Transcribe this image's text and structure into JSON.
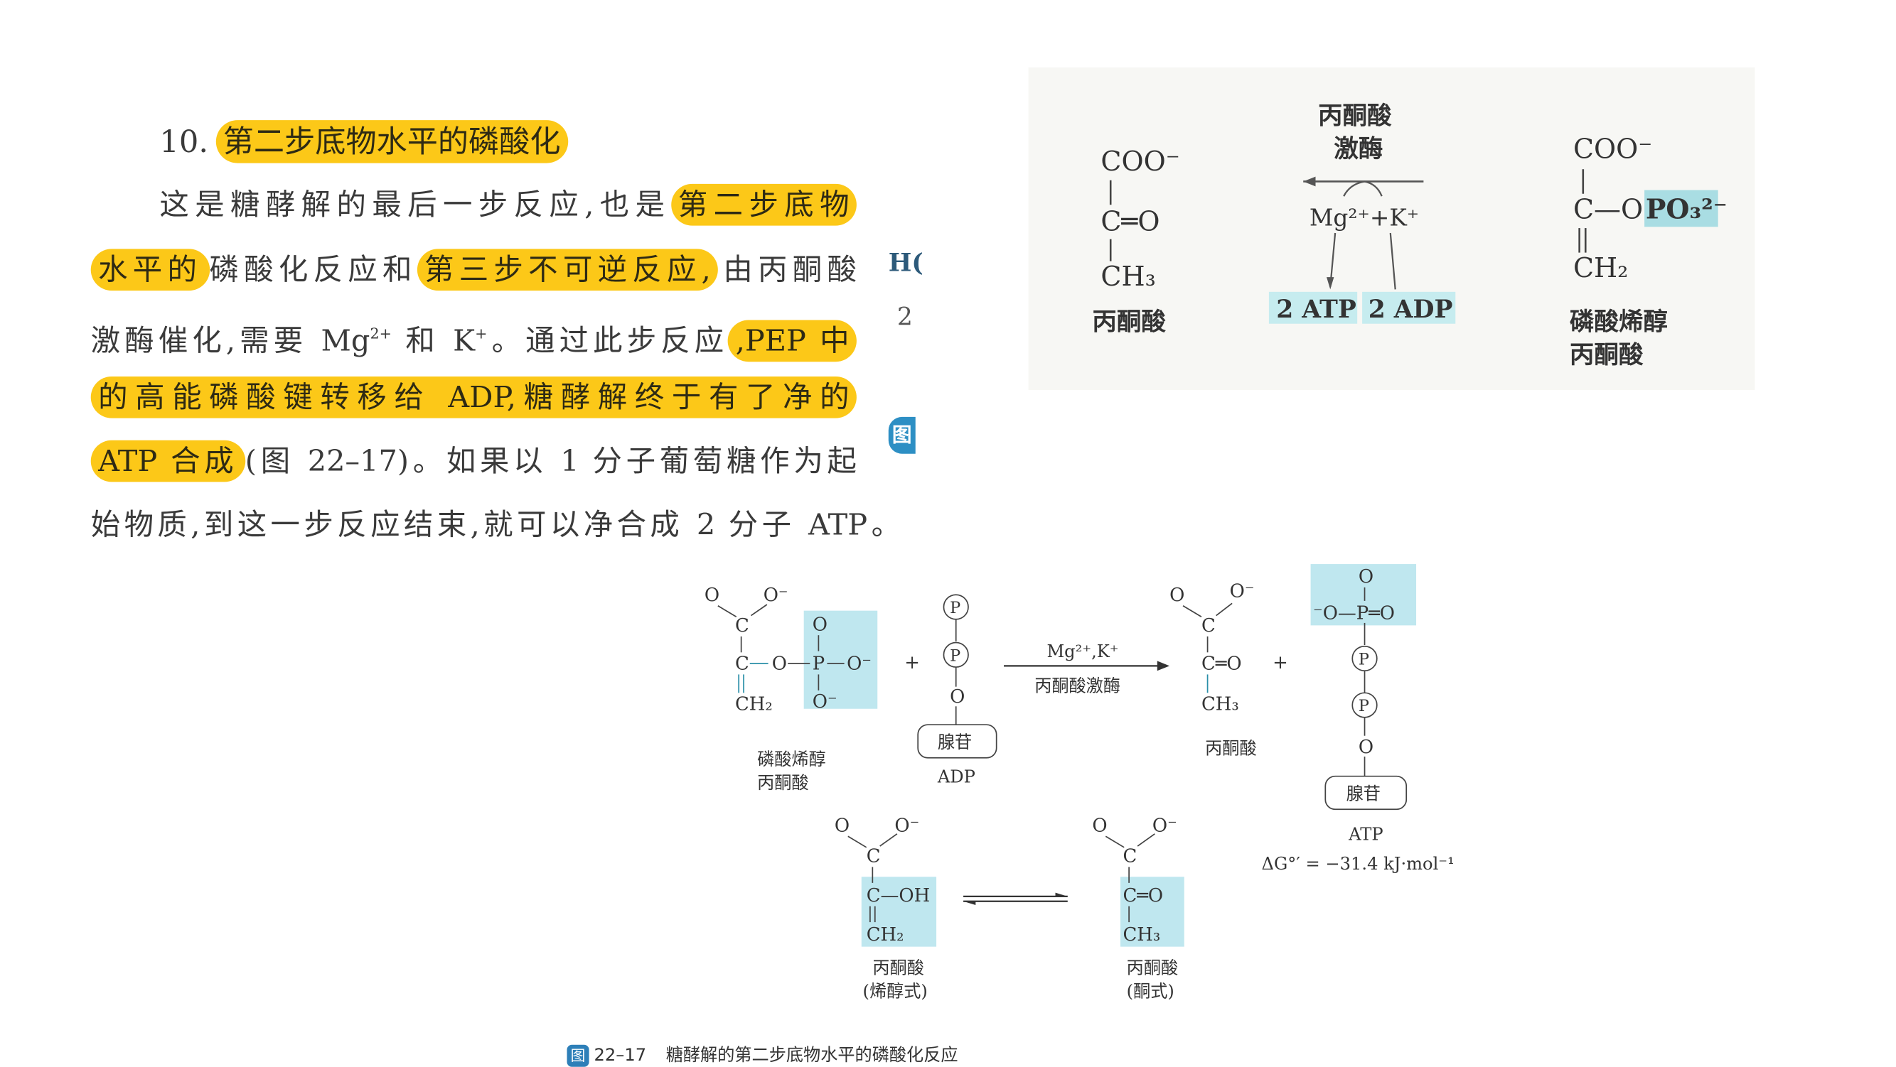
{
  "section": {
    "number": "10.",
    "title": "第二步底物水平的磷酸化"
  },
  "paragraph": [
    [
      {
        "t": "这是糖酵解的最后一步反应,也是"
      },
      {
        "t": "第二步底物",
        "hl": true
      }
    ],
    [
      {
        "t": "水平的",
        "hl": true
      },
      {
        "t": "磷酸化反应和"
      },
      {
        "t": "第三步不可逆反应,",
        "hl": true
      },
      {
        "t": "由丙酮酸"
      }
    ],
    [
      {
        "t": "激酶催化,需要 Mg"
      },
      {
        "t": "2+",
        "sup": true
      },
      {
        "t": " 和 K"
      },
      {
        "t": "+",
        "sup": true
      },
      {
        "t": "。通过此步反应"
      },
      {
        "t": ",PEP 中",
        "hl": true
      }
    ],
    [
      {
        "t": "的高能磷酸键转移给 ADP,糖酵解终于有了净的",
        "hl": true
      }
    ],
    [
      {
        "t": "ATP 合成",
        "hl": true
      },
      {
        "t": "(图 22–17)。如果以 1 分子葡萄糖作为起"
      }
    ],
    [
      {
        "t": "始物质,到这一步反应结束,就可以净合成 2 分子 ATP。"
      }
    ]
  ],
  "edge_fragments": {
    "a": "H(",
    "b": "2",
    "c": "图"
  },
  "top_scheme": {
    "left": {
      "coo": "COO⁻",
      "co": "C═O",
      "ch": "CH₃",
      "name": "丙酮酸"
    },
    "enzyme": {
      "line1": "丙酮酸",
      "line2": "激酶",
      "ions": "Mg²⁺+K⁺",
      "atp": "2 ATP",
      "adp": "2 ADP"
    },
    "right": {
      "coo": "COO⁻",
      "c": "C—O",
      "po": "PO₃²⁻",
      "ch": "CH₂",
      "name1": "磷酸烯醇",
      "name2": "丙酮酸"
    }
  },
  "figure": {
    "pep": {
      "o1": "O",
      "o2": "O⁻",
      "c1": "C",
      "c2": "C",
      "o3": "O",
      "p": "P",
      "o4": "O⁻",
      "o5": "O",
      "o6": "O⁻",
      "ch2": "CH₂",
      "name1": "磷酸烯醇",
      "name2": "丙酮酸"
    },
    "plus": "+",
    "adp": {
      "p": "P",
      "o": "O",
      "base": "腺苷",
      "name": "ADP"
    },
    "arrow": {
      "ions": "Mg²⁺,K⁺",
      "enzyme": "丙酮酸激酶"
    },
    "pyruvate": {
      "o1": "O",
      "o2": "O⁻",
      "c1": "C",
      "co": "C═O",
      "ch3": "CH₃",
      "name": "丙酮酸"
    },
    "atp": {
      "o": "O",
      "opo": "⁻O—P═O",
      "p": "P",
      "o2": "O",
      "base": "腺苷",
      "name": "ATP",
      "dg": "ΔG°′ = −31.4 kJ·mol⁻¹"
    },
    "enol": {
      "o1": "O",
      "o2": "O⁻",
      "c": "C",
      "coh": "C—OH",
      "ch2": "CH₂",
      "name": "丙酮酸",
      "form": "(烯醇式)"
    },
    "keto": {
      "o1": "O",
      "o2": "O⁻",
      "c": "C",
      "co": "C═O",
      "ch3": "CH₃",
      "name": "丙酮酸",
      "form": "(酮式)"
    },
    "caption": {
      "icon": "图",
      "number": "22–17",
      "text": "糖酵解的第二步底物水平的磷酸化反应"
    }
  },
  "colors": {
    "highlight": "#fcc818",
    "teal": "#2a8fa8",
    "teal_bg": "#b9e6ee"
  }
}
